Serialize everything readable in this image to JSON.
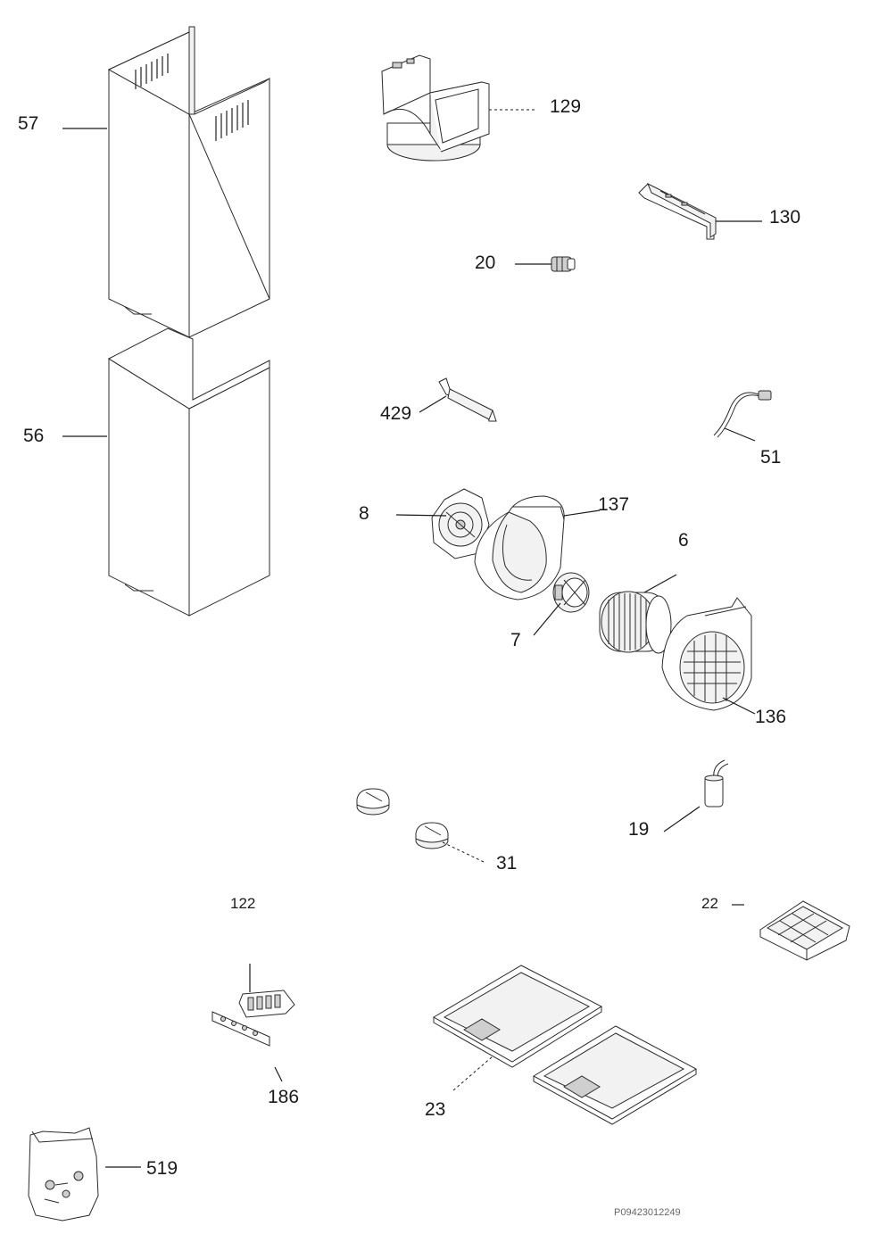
{
  "labels": {
    "p57": "57",
    "p56": "56",
    "p129": "129",
    "p130": "130",
    "p20": "20",
    "p429": "429",
    "p51": "51",
    "p8": "8",
    "p137": "137",
    "p6": "6",
    "p7": "7",
    "p136": "136",
    "p19": "19",
    "p31": "31",
    "p22": "22",
    "p122": "122",
    "p186": "186",
    "p23": "23",
    "p519": "519"
  },
  "drawing_code": "P09423012249"
}
